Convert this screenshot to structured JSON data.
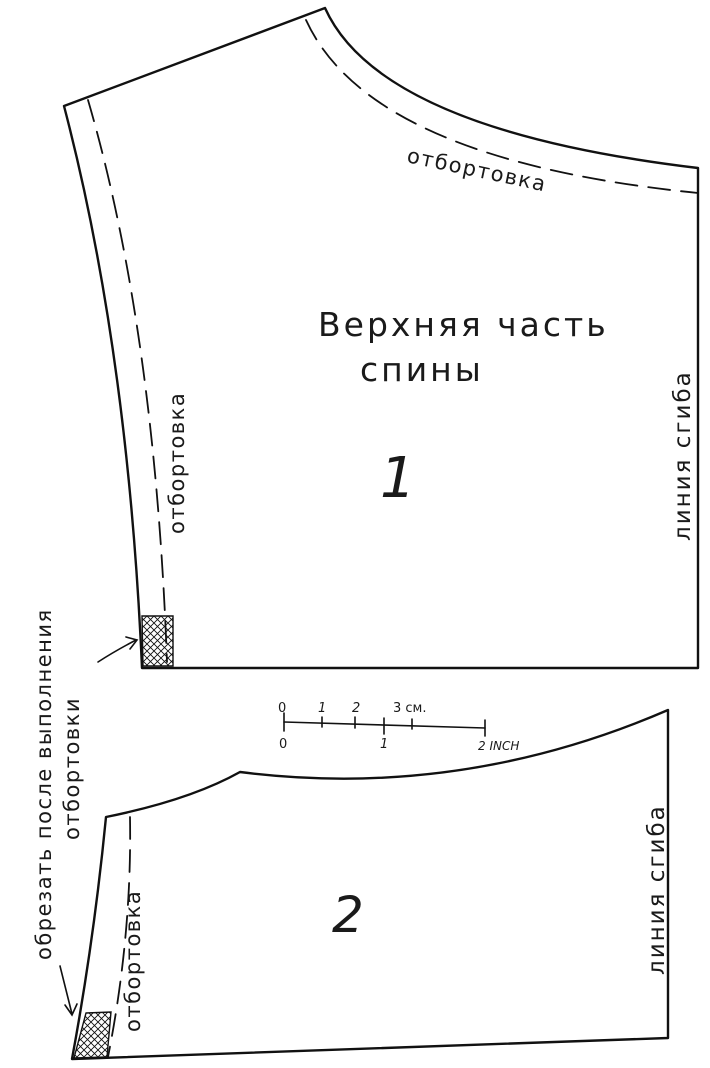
{
  "piece1": {
    "title_line1": "Верхняя часть",
    "title_line2": "спины",
    "number": "1",
    "facing_top": "отбортовка",
    "facing_side": "отбортовка",
    "fold_line": "линия сгиба"
  },
  "piece2": {
    "number": "2",
    "facing_side": "отбортовка",
    "fold_line": "линия сгиба"
  },
  "cut_note": {
    "line1": "обрезать после выполнения",
    "line2": "отбортовки"
  },
  "scale": {
    "cm_labels": [
      "0",
      "1",
      "2",
      "3 см."
    ],
    "inch_labels": [
      "0",
      "1",
      "2 INCH"
    ]
  }
}
